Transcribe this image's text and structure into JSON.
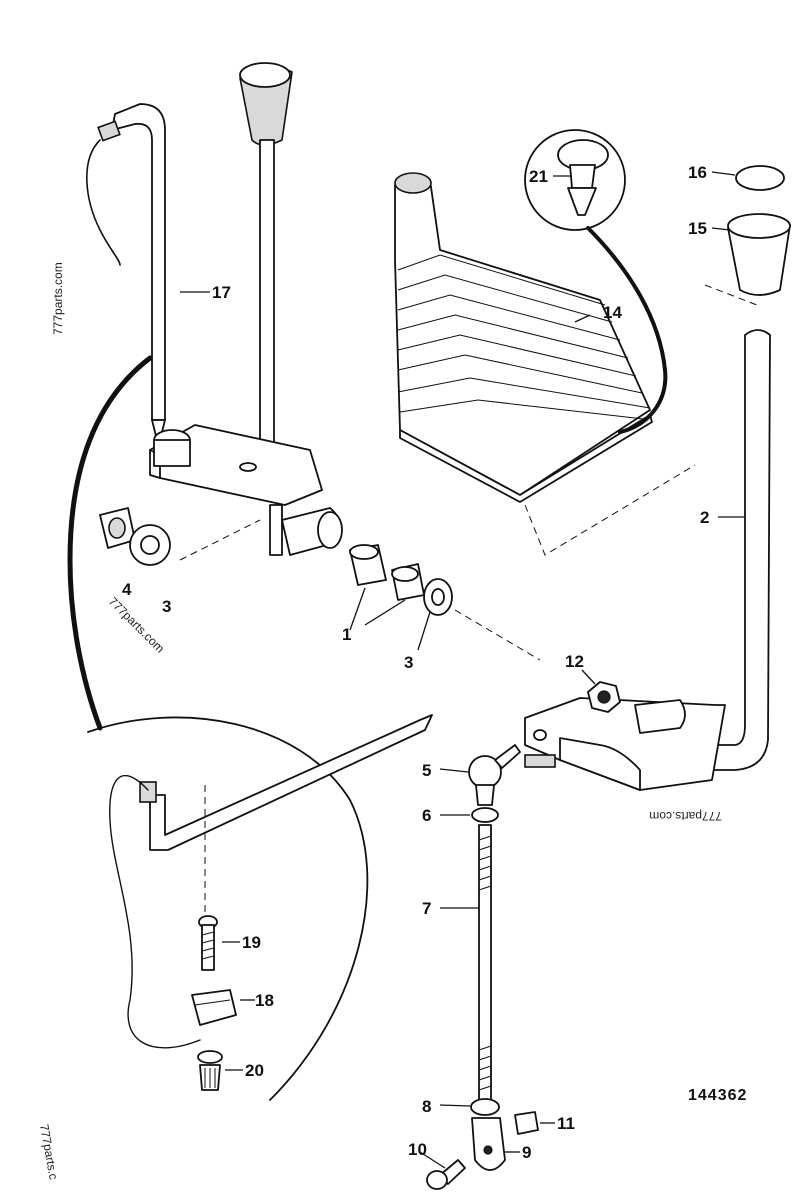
{
  "diagram": {
    "drawing_number": "144362",
    "watermark": "777parts.com",
    "watermark_partial": "777parts.c",
    "callouts": [
      "1",
      "2",
      "3",
      "3",
      "4",
      "5",
      "6",
      "7",
      "8",
      "9",
      "10",
      "11",
      "12",
      "14",
      "15",
      "16",
      "17",
      "18",
      "19",
      "20",
      "21"
    ],
    "colors": {
      "ink": "#111111",
      "paper": "#ffffff",
      "shade": "#d9d9d9"
    }
  }
}
